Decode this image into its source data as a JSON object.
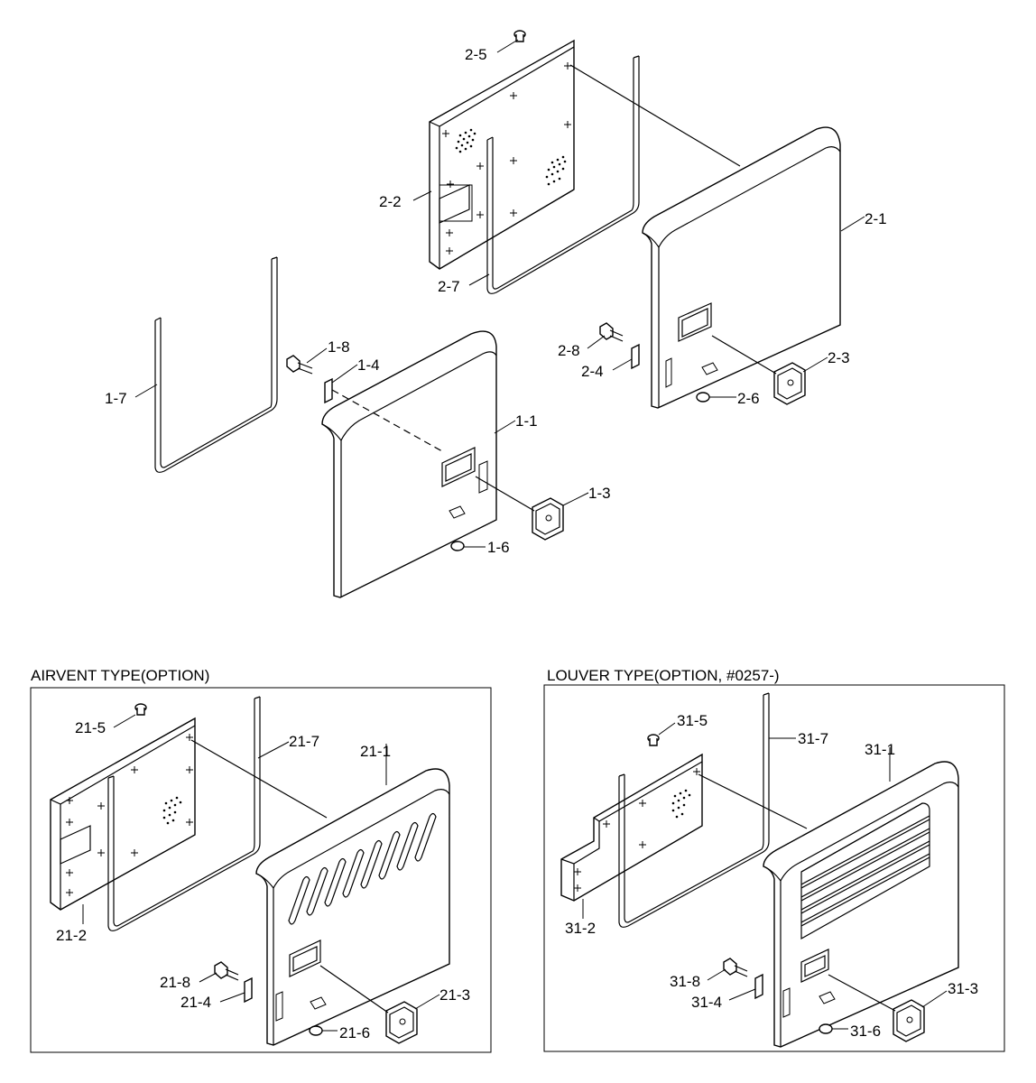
{
  "sections": {
    "airvent_title": "AIRVENT TYPE(OPTION)",
    "louver_title": "LOUVER TYPE(OPTION, #0257-)"
  },
  "labels": {
    "p2_5": "2-5",
    "p2_2": "2-2",
    "p2_7": "2-7",
    "p2_1": "2-1",
    "p2_8": "2-8",
    "p2_4": "2-4",
    "p2_3": "2-3",
    "p2_6": "2-6",
    "p1_7": "1-7",
    "p1_8": "1-8",
    "p1_4": "1-4",
    "p1_1": "1-1",
    "p1_3": "1-3",
    "p1_6": "1-6",
    "p21_5": "21-5",
    "p21_7": "21-7",
    "p21_1": "21-1",
    "p21_2": "21-2",
    "p21_8": "21-8",
    "p21_4": "21-4",
    "p21_3": "21-3",
    "p21_6": "21-6",
    "p31_5": "31-5",
    "p31_7": "31-7",
    "p31_1": "31-1",
    "p31_2": "31-2",
    "p31_8": "31-8",
    "p31_4": "31-4",
    "p31_3": "31-3",
    "p31_6": "31-6"
  }
}
